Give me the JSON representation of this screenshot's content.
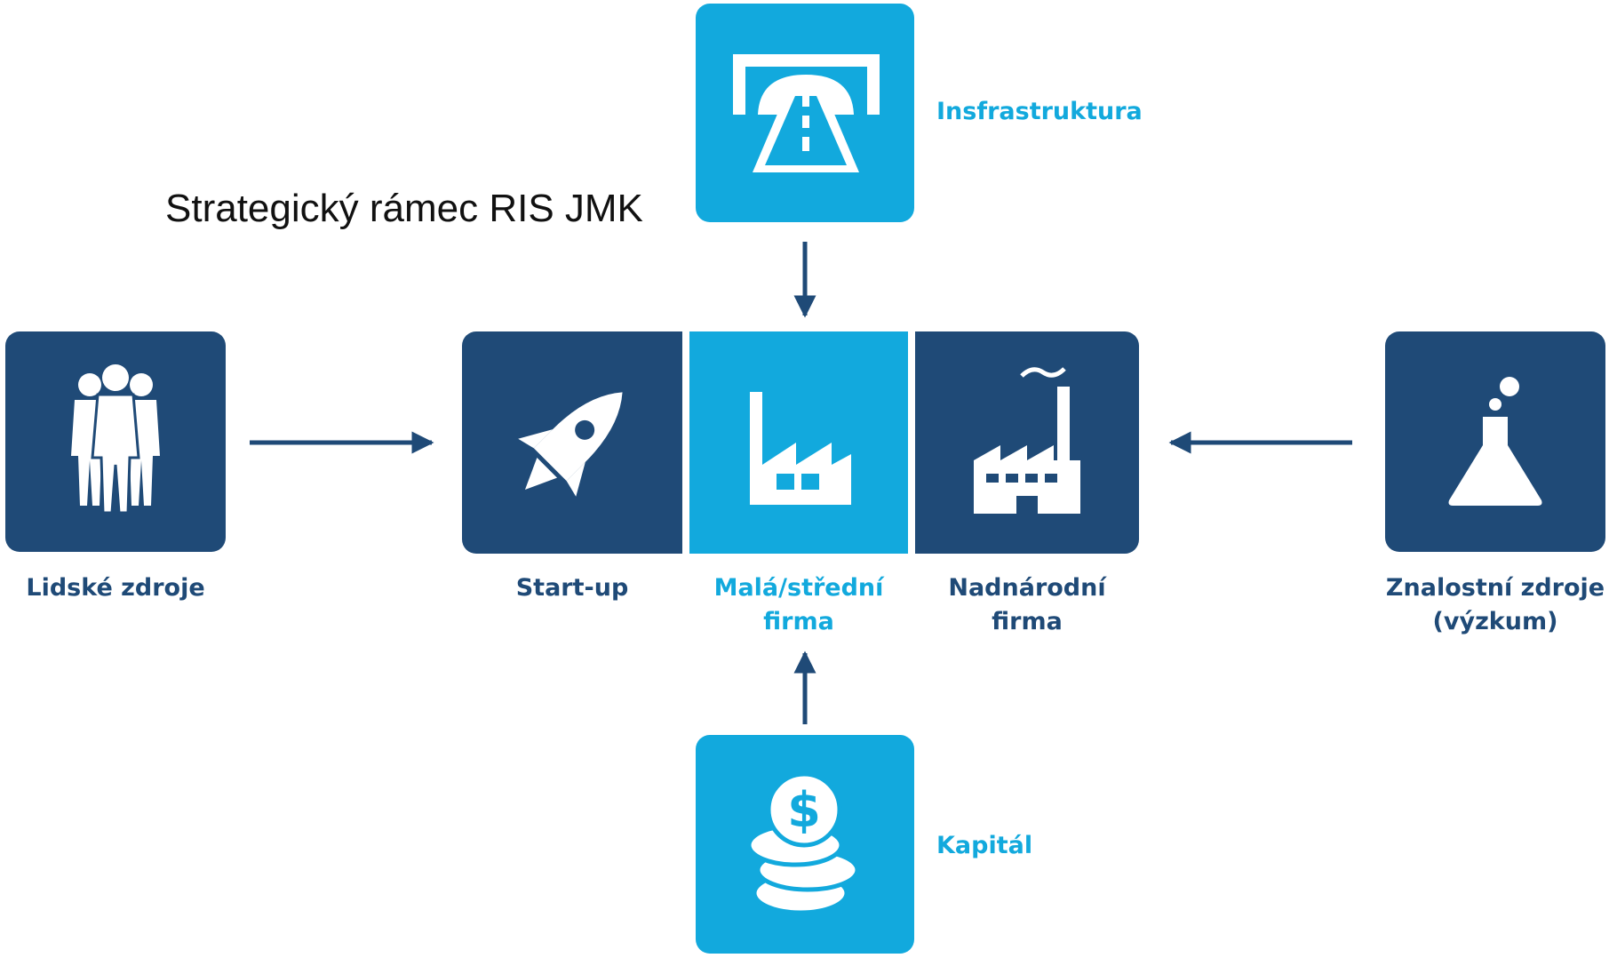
{
  "title": "Strategický rámec RIS JMK",
  "colors": {
    "dark": "#1f4a77",
    "light": "#12a9dd",
    "white": "#ffffff"
  },
  "nodes": {
    "infrastructure": {
      "label": "Insfrastruktura",
      "icon": "road-tunnel-icon"
    },
    "human_resources": {
      "label": "Lidské zdroje",
      "icon": "people-group-icon"
    },
    "startup": {
      "label": "Start-up",
      "icon": "rocket-icon"
    },
    "sme": {
      "label": "Malá/střední\nfirma",
      "icon": "factory-icon"
    },
    "multinational": {
      "label": "Nadnárodní\nfirma",
      "icon": "industrial-plant-icon"
    },
    "knowledge": {
      "label": "Znalostní zdroje\n(výzkum)",
      "icon": "lab-flask-icon"
    },
    "capital": {
      "label": "Kapitál",
      "icon": "dollar-coins-icon"
    }
  },
  "edges": [
    {
      "from": "infrastructure",
      "to": "center"
    },
    {
      "from": "human_resources",
      "to": "center"
    },
    {
      "from": "knowledge",
      "to": "center"
    },
    {
      "from": "capital",
      "to": "center"
    }
  ]
}
